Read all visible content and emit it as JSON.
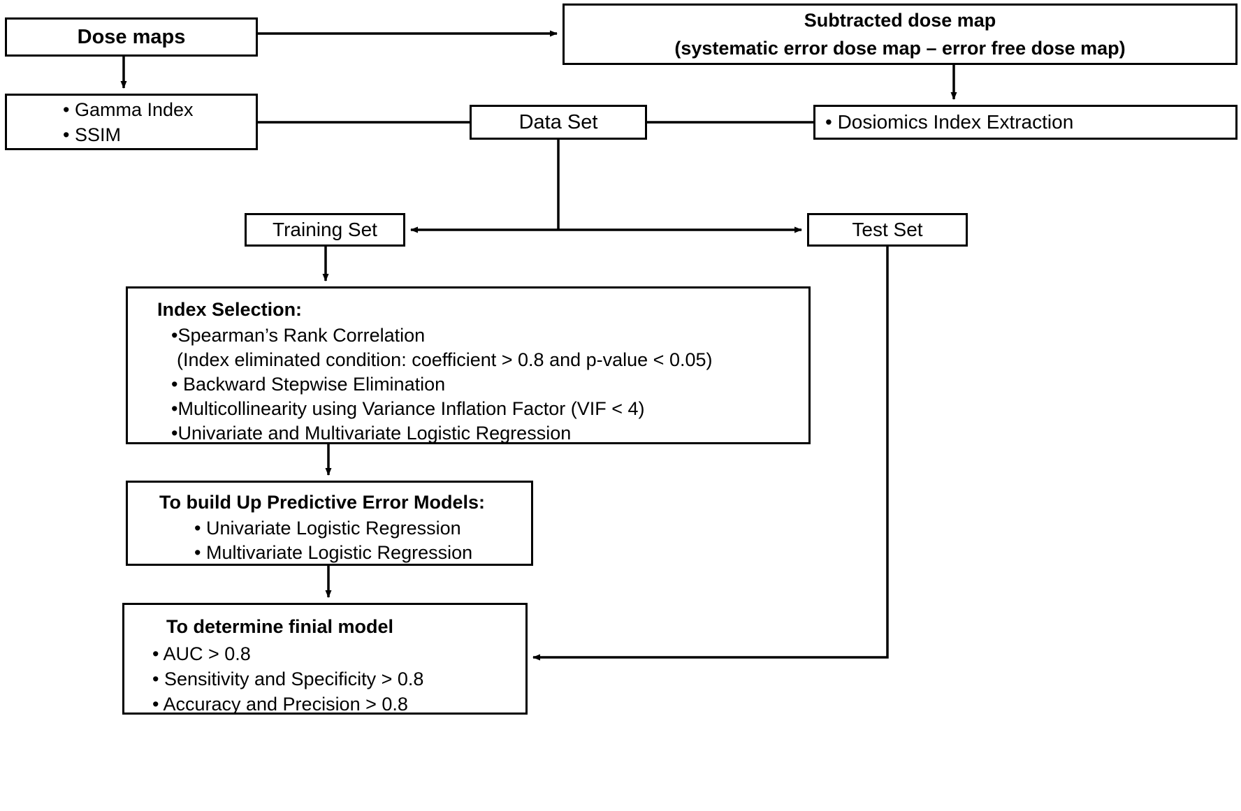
{
  "diagram": {
    "title": "Dosiomics error-prediction model workflow",
    "stroke_color": "#000000",
    "background_color": "#ffffff",
    "nodes": {
      "dose_maps": {
        "label": "Dose maps"
      },
      "subtracted_dose_map": {
        "line1": "Subtracted dose map",
        "line2": "(systematic error dose map – error free dose map)"
      },
      "metrics": {
        "items": [
          "•  Gamma  Index",
          "•  SSIM"
        ]
      },
      "data_set": {
        "label": "Data Set"
      },
      "dosiomics": {
        "label": "•  Dosiomics  Index Extraction"
      },
      "training_set": {
        "label": "Training Set"
      },
      "test_set": {
        "label": "Test Set"
      },
      "index_selection": {
        "title": "Index Selection:",
        "items": [
          "•Spearman’s Rank Correlation",
          "(Index eliminated condition: coefficient > 0.8 and p-value < 0.05)",
          "• Backward  Stepwise Elimination",
          "•Multicollinearity using Variance Inflation Factor (VIF < 4)",
          "•Univariate and Multivariate Logistic Regression"
        ]
      },
      "build_models": {
        "title": "To build Up Predictive Error Models:",
        "items": [
          "•  Univariate Logistic Regression",
          "•  Multivariate Logistic Regression"
        ]
      },
      "final_model": {
        "title": "To determine finial model",
        "items": [
          "•    AUC > 0.8",
          "•    Sensitivity and Specificity > 0.8",
          "•    Accuracy and Precision > 0.8"
        ]
      }
    },
    "edges": [
      {
        "name": "dose-maps-to-subtracted",
        "from": "dose_maps",
        "to": "subtracted_dose_map",
        "arrow": true
      },
      {
        "name": "dose-maps-to-metrics",
        "from": "dose_maps",
        "to": "metrics",
        "arrow": true
      },
      {
        "name": "subtracted-to-dosiomics",
        "from": "subtracted_dose_map",
        "to": "dosiomics",
        "arrow": true
      },
      {
        "name": "metrics-to-data-set",
        "from": "metrics",
        "to": "data_set",
        "arrow": false
      },
      {
        "name": "data-set-to-dosiomics",
        "from": "data_set",
        "to": "dosiomics",
        "arrow": false
      },
      {
        "name": "data-set-to-training-set",
        "from": "data_set",
        "to": "training_set",
        "arrow": true
      },
      {
        "name": "data-set-to-test-set",
        "from": "data_set",
        "to": "test_set",
        "arrow": true
      },
      {
        "name": "training-set-to-index-selection",
        "from": "training_set",
        "to": "index_selection",
        "arrow": true
      },
      {
        "name": "index-selection-to-build-models",
        "from": "index_selection",
        "to": "build_models",
        "arrow": true
      },
      {
        "name": "build-models-to-final-model",
        "from": "build_models",
        "to": "final_model",
        "arrow": true
      },
      {
        "name": "test-set-to-final-model",
        "from": "test_set",
        "to": "final_model",
        "arrow": true
      }
    ]
  }
}
